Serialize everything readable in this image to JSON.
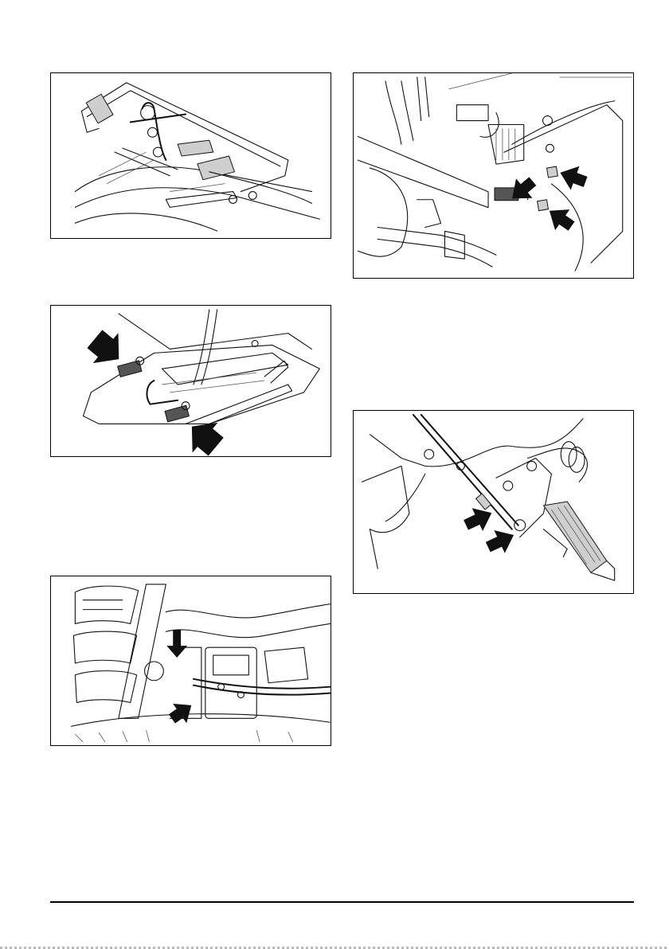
{
  "figures": [
    {
      "id": "fig-1",
      "icon": "chain-steering-mechanism-illustration"
    },
    {
      "id": "fig-2",
      "icon": "seat-bracket-bolts-illustration",
      "arrows": 2
    },
    {
      "id": "fig-3",
      "icon": "engine-compartment-cables-illustration",
      "arrows": 2
    },
    {
      "id": "fig-4",
      "icon": "frame-bracket-fasteners-illustration",
      "arrows": 3
    },
    {
      "id": "fig-5",
      "icon": "pedal-cable-linkage-illustration",
      "arrows": 2
    }
  ],
  "colors": {
    "line": "#111111",
    "page": "#ffffff"
  }
}
